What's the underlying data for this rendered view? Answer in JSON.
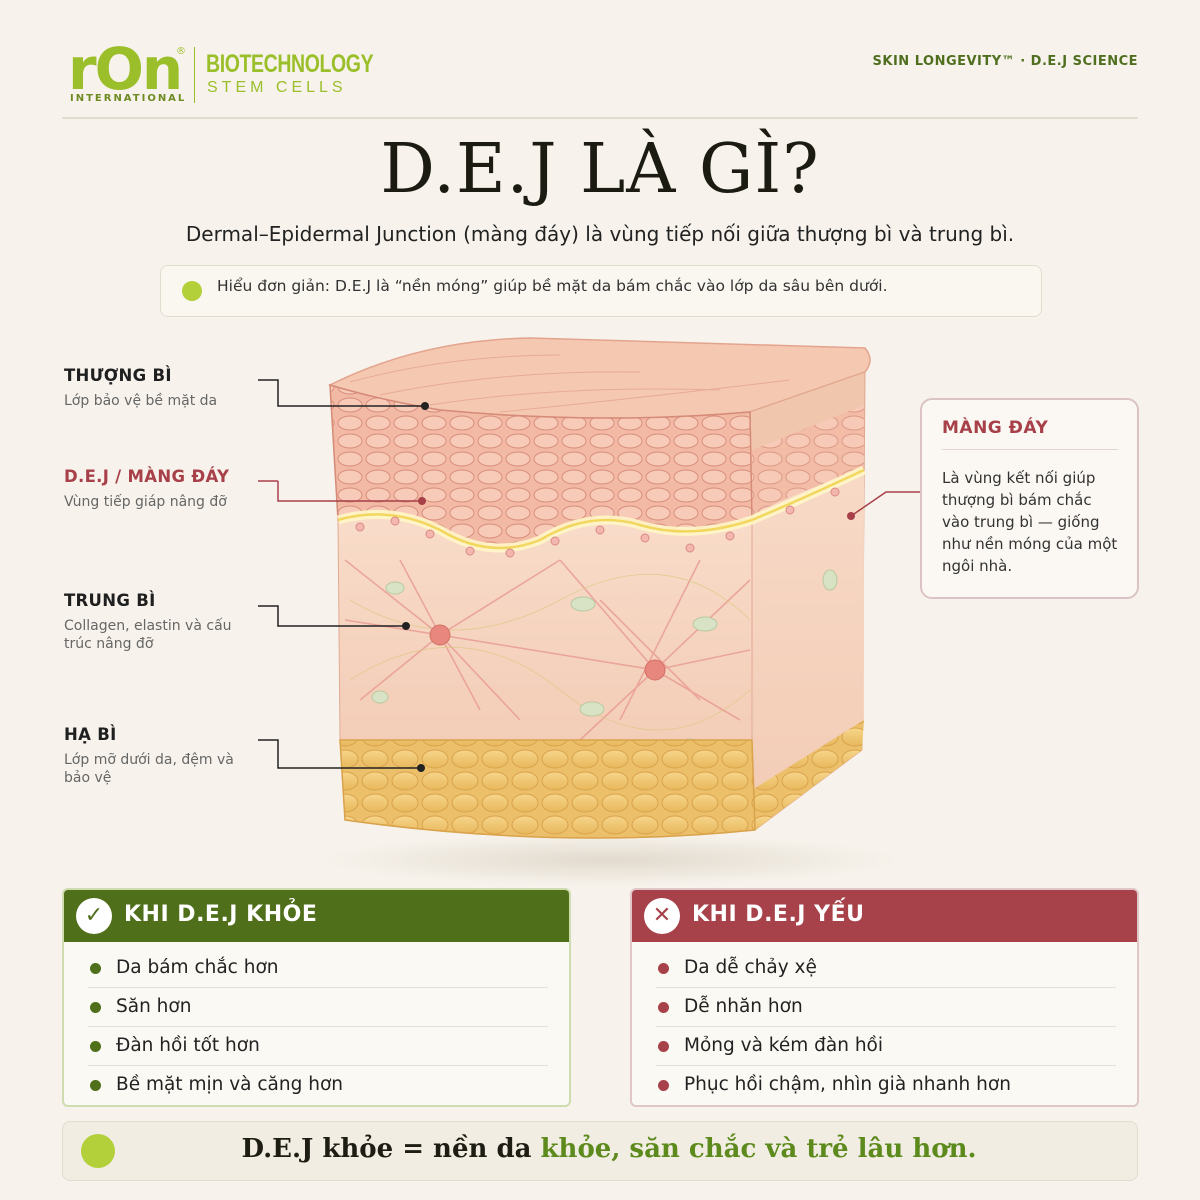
{
  "brand": {
    "logo_text": "rOn",
    "logo_registered": "®",
    "logo_sub": "INTERNATIONAL",
    "line1": "BIOTECHNOLOGY",
    "line2": "STEM CELLS",
    "color": "#9bbf2a"
  },
  "tagline": "SKIN LONGEVITY™  ·  D.E.J SCIENCE",
  "title": "D.E.J LÀ GÌ?",
  "subtitle": "Dermal–Epidermal Junction (màng đáy) là vùng tiếp nối giữa thượng bì và trung bì.",
  "callout": "Hiểu đơn giản: D.E.J là “nền móng” giúp bề mặt da bám chắc vào lớp da sâu bên dưới.",
  "layers": [
    {
      "title": "THƯỢNG BÌ",
      "desc": "Lớp bảo vệ bề mặt da"
    },
    {
      "title": "D.E.J / MÀNG ĐÁY",
      "desc": "Vùng tiếp giáp nâng đỡ"
    },
    {
      "title": "TRUNG BÌ",
      "desc": "Collagen, elastin và cấu trúc nâng đỡ"
    },
    {
      "title": "HẠ BÌ",
      "desc": "Lớp mỡ dưới da, đệm và bảo vệ"
    }
  ],
  "membrane_card": {
    "title": "MÀNG ĐÁY",
    "body": "Là vùng kết nối giúp thượng bì bám chắc vào trung bì — giống như nền móng của một ngôi nhà."
  },
  "healthy": {
    "icon": "✓",
    "title": "KHI D.E.J KHỎE",
    "items": [
      "Da bám chắc hơn",
      "Săn hơn",
      "Đàn hồi tốt hơn",
      "Bề mặt mịn và căng hơn"
    ],
    "color": "#4f6f1a"
  },
  "weak": {
    "icon": "✕",
    "title": "KHI D.E.J YẾU",
    "items": [
      "Da dễ chảy xệ",
      "Dễ nhăn hơn",
      "Mỏng và kém đàn hồi",
      "Phục hồi chậm, nhìn già nhanh hơn"
    ],
    "color": "#a8424a"
  },
  "footer": {
    "prefix": "D.E.J khỏe = nền da ",
    "highlight": "khỏe, săn chắc và trẻ lâu hơn."
  }
}
